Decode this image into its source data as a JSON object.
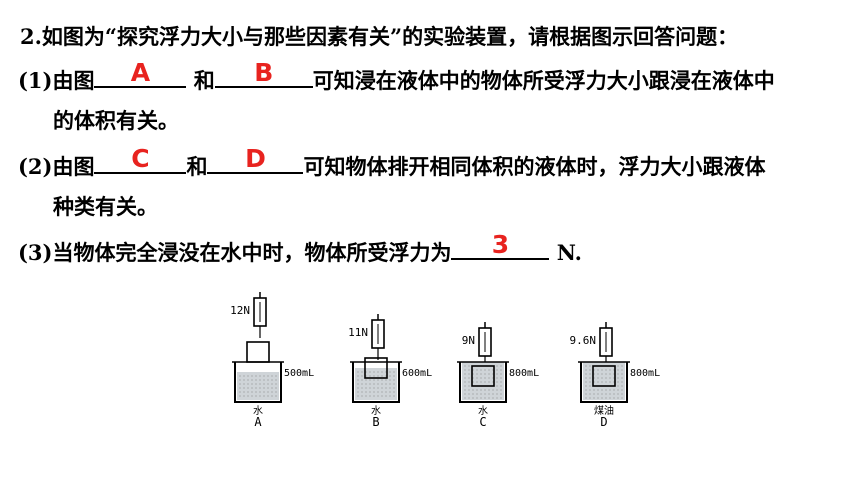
{
  "question": {
    "stem": "2.如图为“探究浮力大小与那些因素有关”的实验装置，请根据图示回答问题：",
    "p1_prefix": "(1)由图",
    "p1_and": " 和",
    "p1_suffix": "可知浸在液体中的物体所受浮力大小跟浸在液体中",
    "p1_cont": "的体积有关。",
    "p2_prefix": "(2)由图",
    "p2_and": "和",
    "p2_suffix": "可知物体排开相同体积的液体时，浮力大小跟液体",
    "p2_cont": "种类有关。",
    "p3_prefix": "(3)当物体完全浸没在水中时，物体所受浮力为",
    "p3_suffix": " N."
  },
  "answers": {
    "a1": "A",
    "a2": "B",
    "a3": "C",
    "a4": "D",
    "a5": "3"
  },
  "colors": {
    "answer": "#e8231f",
    "text": "#000000"
  },
  "apparatus": [
    {
      "reading": "12N",
      "volume": "500mL",
      "liquid": "水",
      "label": "A"
    },
    {
      "reading": "11N",
      "volume": "600mL",
      "liquid": "水",
      "label": "B"
    },
    {
      "reading": "9N",
      "volume": "800mL",
      "liquid": "水",
      "label": "C"
    },
    {
      "reading": "9.6N",
      "volume": "800mL",
      "liquid": "煤油",
      "label": "D"
    }
  ]
}
